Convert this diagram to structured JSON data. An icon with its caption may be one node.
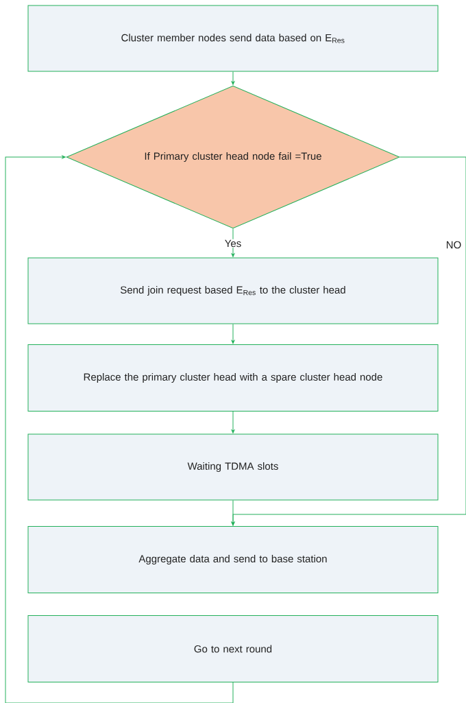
{
  "diagram": {
    "nodes": [
      {
        "text": [
          "Cluster member nodes send data based on E$_{Res}$"
        ]
      },
      {
        "text": [
          "If Primary cluster head node fail =True"
        ]
      },
      {
        "text": [
          "Send join request based E$_{Res}$ to the cluster head"
        ]
      },
      {
        "text": [
          "Replace the primary cluster head with a spare cluster head node"
        ]
      },
      {
        "text": [
          "Waiting TDMA slots"
        ]
      },
      {
        "text": [
          "Aggregate data and send to base station"
        ]
      },
      {
        "text": [
          "Go to next round"
        ]
      }
    ],
    "edges": [
      {
        "from": 0,
        "to": 1,
        "arrow": "to"
      },
      {
        "from": 1,
        "to": 2,
        "arrow": "to",
        "label": "Yes"
      },
      {
        "from": 2,
        "to": 3,
        "arrow": "to"
      },
      {
        "from": 3,
        "to": 4,
        "arrow": "to"
      },
      {
        "from": 4,
        "to": 5,
        "arrow": "to"
      },
      {
        "from": 1,
        "to": 5,
        "arrow": "to",
        "label": "NO"
      },
      {
        "from": 6,
        "to": 1,
        "arrow": "to"
      }
    ]
  }
}
